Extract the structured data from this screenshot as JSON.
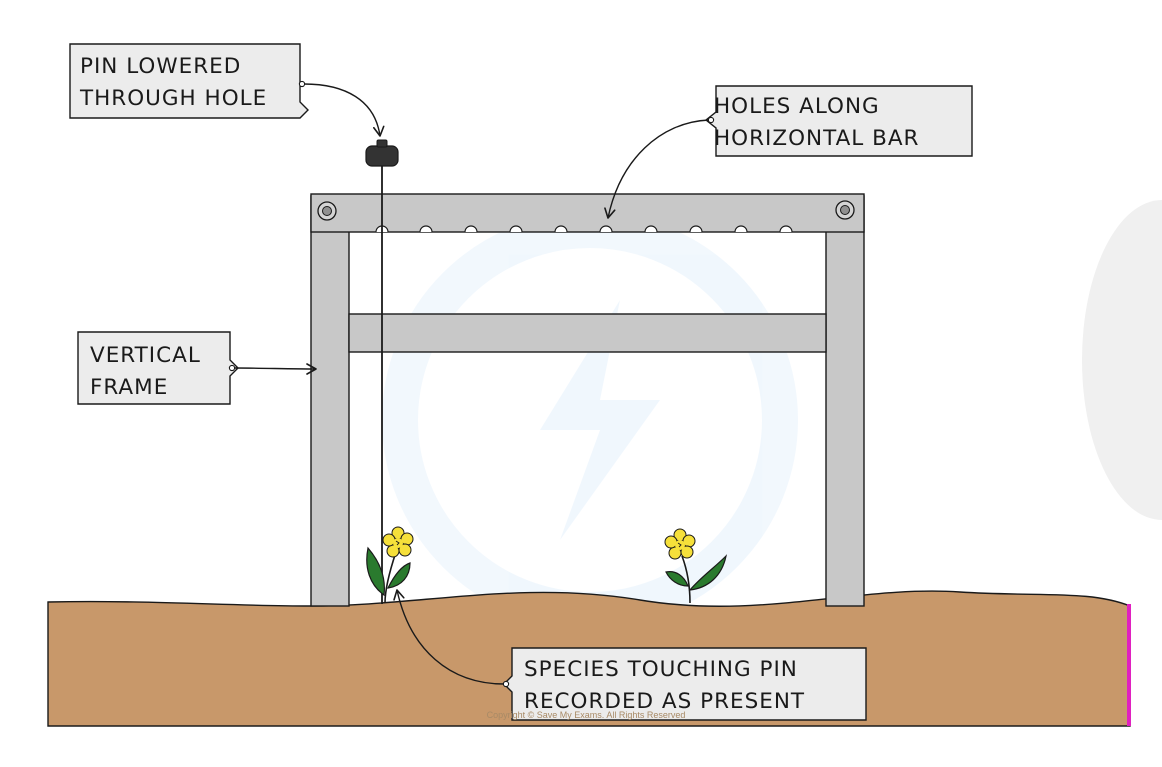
{
  "labels": {
    "pin": [
      "PIN LOWERED",
      "THROUGH HOLE"
    ],
    "holes": [
      "HOLES ALONG",
      "HORIZONTAL BAR"
    ],
    "frame": [
      "VERTICAL",
      "FRAME"
    ],
    "species": [
      "SPECIES TOUCHING PIN",
      "RECORDED AS PRESENT"
    ]
  },
  "copyright": "Copyright © Save My Exams. All Rights Reserved",
  "colors": {
    "frame": "#c8c8c8",
    "outline": "#1a1a1a",
    "soil": "#c8986a",
    "petal": "#f6e03a",
    "leaf": "#2a7a2e",
    "label_box": "#ececec",
    "accent_edge": "#e020c0"
  }
}
